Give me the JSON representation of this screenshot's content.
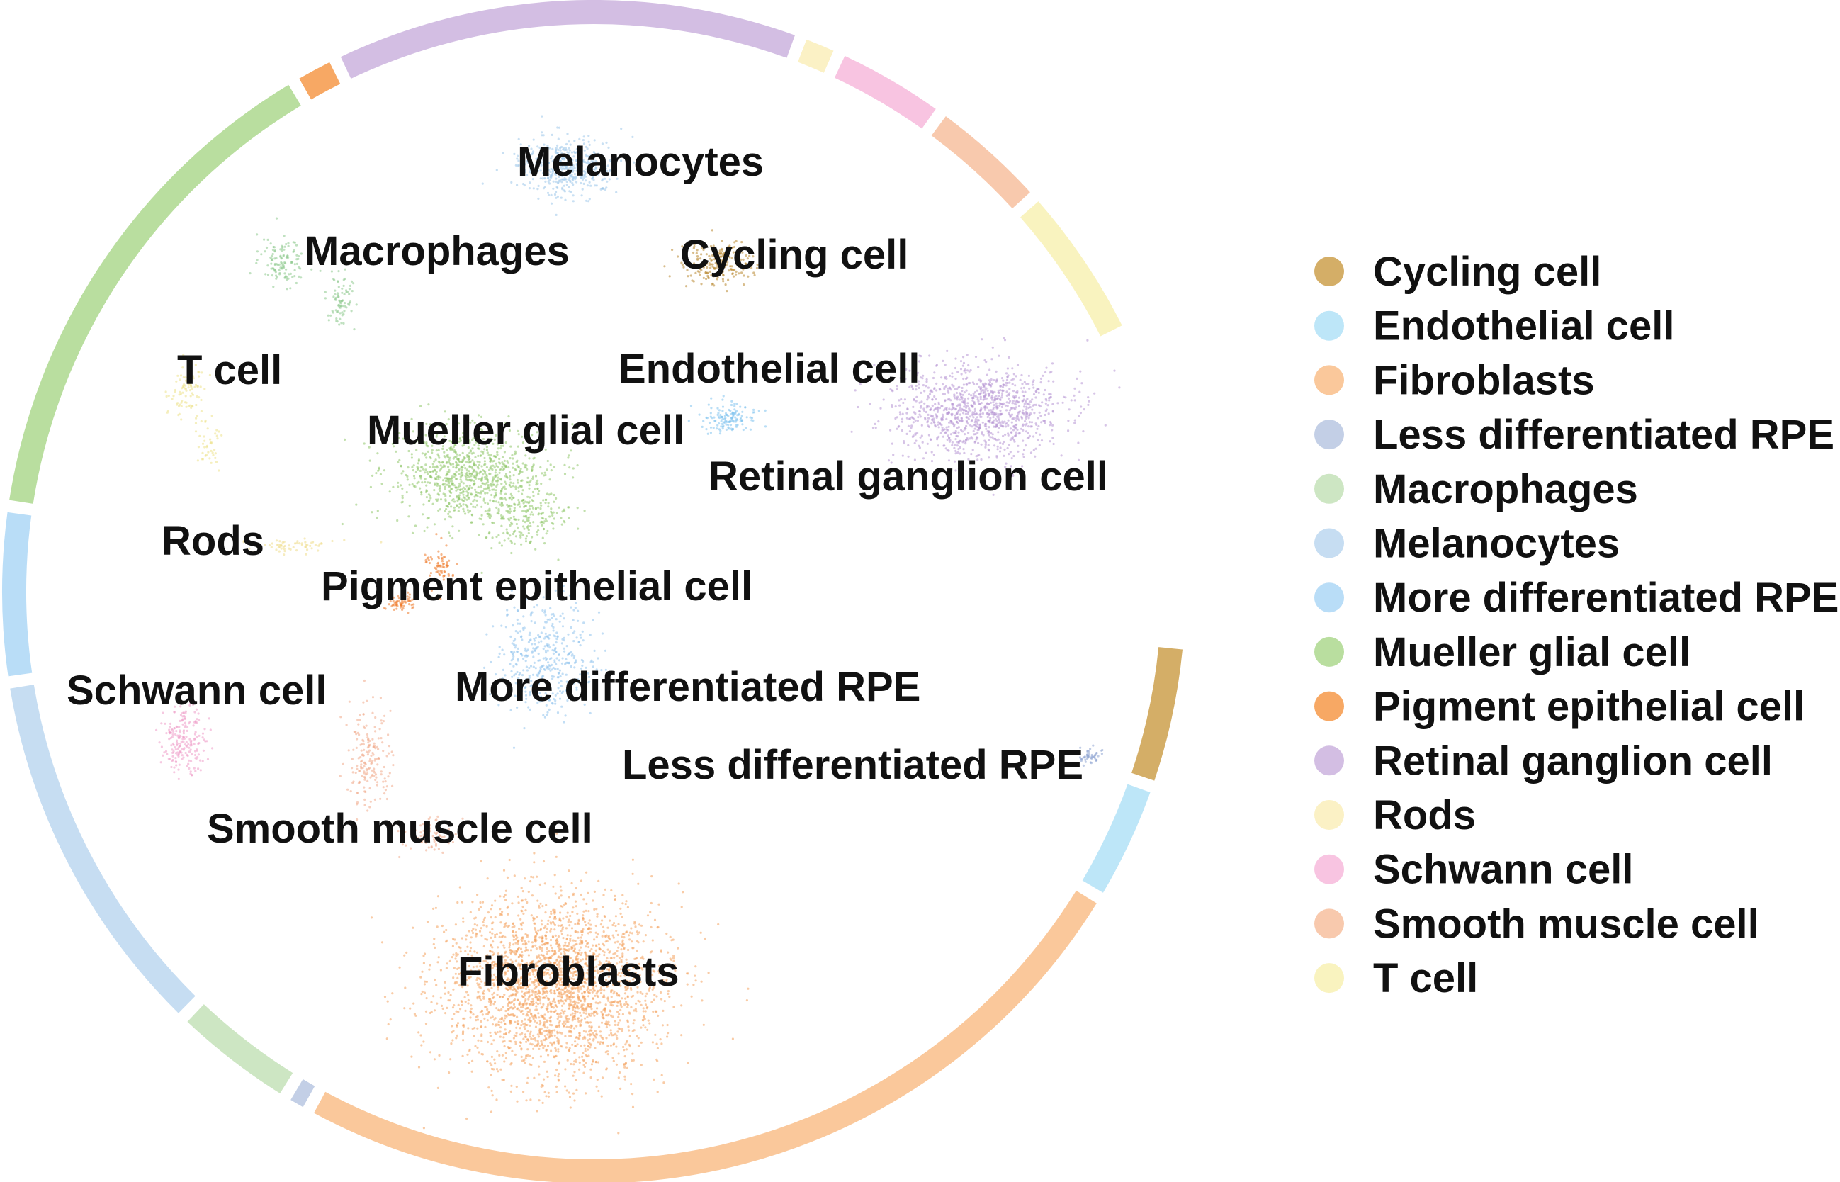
{
  "chart_data": {
    "type": "scatter",
    "description_kind": "umap-cell-clusters-with-proportion-ring",
    "legend": {
      "placement": "right",
      "items": [
        {
          "label": "Cycling cell",
          "color": "#D4AE67"
        },
        {
          "label": "Endothelial cell",
          "color": "#BDE6F8"
        },
        {
          "label": "Fibroblasts",
          "color": "#FAC89B"
        },
        {
          "label": "Less differentiated RPE",
          "color": "#C3CFE6"
        },
        {
          "label": "Macrophages",
          "color": "#CDE6C3"
        },
        {
          "label": "Melanocytes",
          "color": "#C6DDF2"
        },
        {
          "label": "More differentiated RPE",
          "color": "#B9DDF7"
        },
        {
          "label": "Mueller glial cell",
          "color": "#B9DE9F"
        },
        {
          "label": "Pigment epithelial cell",
          "color": "#F7A864"
        },
        {
          "label": "Retinal ganglion cell",
          "color": "#D3BEE3"
        },
        {
          "label": "Rods",
          "color": "#FBF1C5"
        },
        {
          "label": "Schwann cell",
          "color": "#F8C4E1"
        },
        {
          "label": "Smooth muscle cell",
          "color": "#F8C9AD"
        },
        {
          "label": "T cell",
          "color": "#F9F3BF"
        }
      ]
    },
    "ring_segments": [
      {
        "cluster": "Cycling cell",
        "share": 0.0395
      },
      {
        "cluster": "Endothelial cell",
        "share": 0.0332
      },
      {
        "cluster": "Fibroblasts",
        "share": 0.2435
      },
      {
        "cluster": "Less differentiated RPE",
        "share": 0.0072
      },
      {
        "cluster": "Macrophages",
        "share": 0.0349
      },
      {
        "cluster": "Melanocytes",
        "share": 0.1033
      },
      {
        "cluster": "More differentiated RPE",
        "share": 0.0476
      },
      {
        "cluster": "Mueller glial cell",
        "share": 0.1423
      },
      {
        "cluster": "Pigment epithelial cell",
        "share": 0.0126
      },
      {
        "cluster": "Retinal ganglion cell",
        "share": 0.1289
      },
      {
        "cluster": "Rods",
        "share": 0.0112
      },
      {
        "cluster": "Schwann cell",
        "share": 0.0317
      },
      {
        "cluster": "Smooth muscle cell",
        "share": 0.0339
      },
      {
        "cluster": "T cell",
        "share": 0.0437
      }
    ],
    "cluster_labels": [
      {
        "text": "Melanocytes",
        "cluster": "Melanocytes"
      },
      {
        "text": "Macrophages",
        "cluster": "Macrophages"
      },
      {
        "text": "Cycling cell",
        "cluster": "Cycling cell"
      },
      {
        "text": "T cell",
        "cluster": "T cell"
      },
      {
        "text": "Endothelial cell",
        "cluster": "Endothelial cell"
      },
      {
        "text": "Mueller glial cell",
        "cluster": "Mueller glial cell"
      },
      {
        "text": "Retinal ganglion cell",
        "cluster": "Retinal ganglion cell"
      },
      {
        "text": "Rods",
        "cluster": "Rods"
      },
      {
        "text": "Pigment epithelial cell",
        "cluster": "Pigment epithelial cell"
      },
      {
        "text": "Schwann cell",
        "cluster": "Schwann cell"
      },
      {
        "text": "More differentiated RPE",
        "cluster": "More differentiated RPE"
      },
      {
        "text": "Less differentiated RPE",
        "cluster": "Less differentiated RPE"
      },
      {
        "text": "Smooth muscle cell",
        "cluster": "Smooth muscle cell"
      },
      {
        "text": "Fibroblasts",
        "cluster": "Fibroblasts"
      }
    ],
    "point_colors": {
      "Cycling cell": "#B8862E",
      "Endothelial cell": "#7FC3EE",
      "Fibroblasts": "#F4A25E",
      "Less differentiated RPE": "#8EA4D2",
      "Macrophages": "#8CC98C",
      "Melanocytes": "#9CC6EA",
      "More differentiated RPE": "#8FC2EC",
      "Mueller glial cell": "#8FC66A",
      "Pigment epithelial cell": "#EE7A2A",
      "Retinal ganglion cell": "#B695D4",
      "Rods": "#EFDC8A",
      "Schwann cell": "#EE9CC8",
      "Smooth muscle cell": "#F1A98A",
      "T cell": "#EDE28A"
    }
  }
}
